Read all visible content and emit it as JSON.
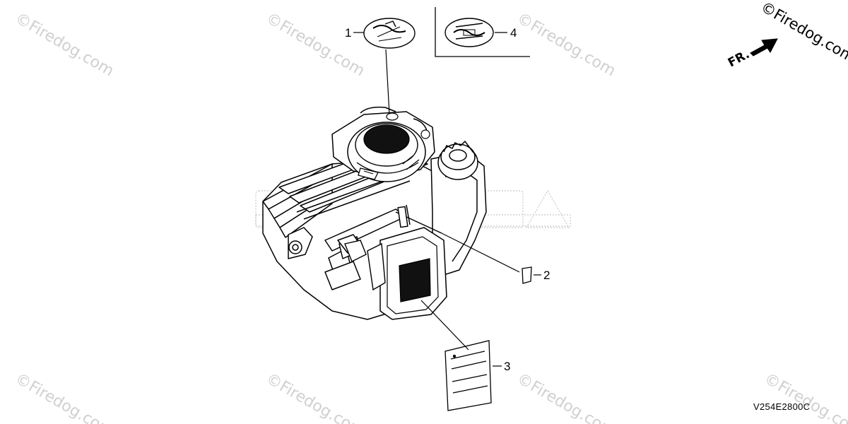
{
  "watermark_text": "©Firedog.com",
  "corner_copyright": "©Firedog.com",
  "direction_label": "FR.",
  "drawing_code": "V254E2800C",
  "callouts": [
    {
      "id": "1",
      "label": "1"
    },
    {
      "id": "2",
      "label": "2"
    },
    {
      "id": "3",
      "label": "3"
    },
    {
      "id": "4",
      "label": "4"
    }
  ],
  "colors": {
    "line": "#000000",
    "watermark": "#d0d0d0",
    "fill_dark": "#111111"
  }
}
